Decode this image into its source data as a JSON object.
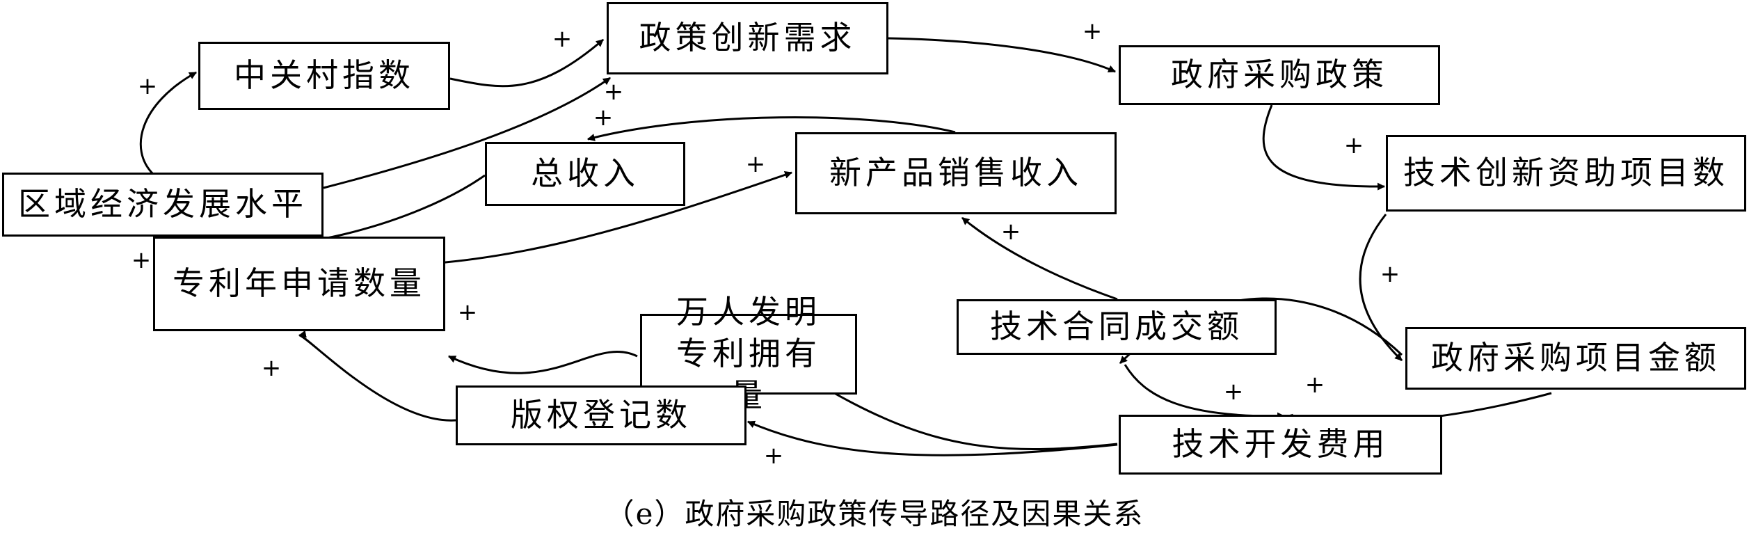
{
  "caption": "（e）政府采购政策传导路径及因果关系",
  "diagram": {
    "nodes": [
      {
        "id": "n1",
        "label": "政策创新需求"
      },
      {
        "id": "n2",
        "label": "中关村指数"
      },
      {
        "id": "n3",
        "label": "政府采购政策"
      },
      {
        "id": "n4",
        "label": "技术创新资助项目数"
      },
      {
        "id": "n5",
        "label": "区域经济发展水平"
      },
      {
        "id": "n6",
        "label": "总收入"
      },
      {
        "id": "n7",
        "label": "新产品销售收入"
      },
      {
        "id": "n8",
        "label": "专利年申请数量"
      },
      {
        "id": "n9",
        "label": "万人发明专利拥有量"
      },
      {
        "id": "n10",
        "label": "技术合同成交额"
      },
      {
        "id": "n11",
        "label": "政府采购项目金额"
      },
      {
        "id": "n12",
        "label": "版权登记数"
      },
      {
        "id": "n13",
        "label": "技术开发费用"
      }
    ],
    "edges": [
      {
        "from": "n1",
        "to": "n3",
        "sign": "+"
      },
      {
        "from": "n2",
        "to": "n1",
        "sign": "+"
      },
      {
        "from": "n5",
        "to": "n2",
        "sign": "+"
      },
      {
        "from": "n5",
        "to": "n1",
        "sign": "+"
      },
      {
        "from": "n7",
        "to": "n6",
        "sign": "+"
      },
      {
        "from": "n6",
        "to": "n5",
        "sign": "+"
      },
      {
        "from": "n8",
        "to": "n7",
        "sign": "+"
      },
      {
        "from": "n3",
        "to": "n4",
        "sign": "+"
      },
      {
        "from": "n4",
        "to": "n11",
        "sign": "+"
      },
      {
        "from": "n10",
        "to": "n7",
        "sign": "+"
      },
      {
        "from": "n11",
        "to": "n10",
        "sign": "+"
      },
      {
        "from": "n9",
        "to": "n8",
        "sign": "+"
      },
      {
        "from": "n12",
        "to": "n8",
        "sign": "+"
      },
      {
        "from": "n10",
        "to": "n13",
        "sign": "+"
      },
      {
        "from": "n11",
        "to": "n13",
        "sign": "+"
      },
      {
        "from": "n13",
        "to": "n9",
        "sign": "+"
      },
      {
        "from": "n13",
        "to": "n12",
        "sign": "+"
      }
    ]
  }
}
